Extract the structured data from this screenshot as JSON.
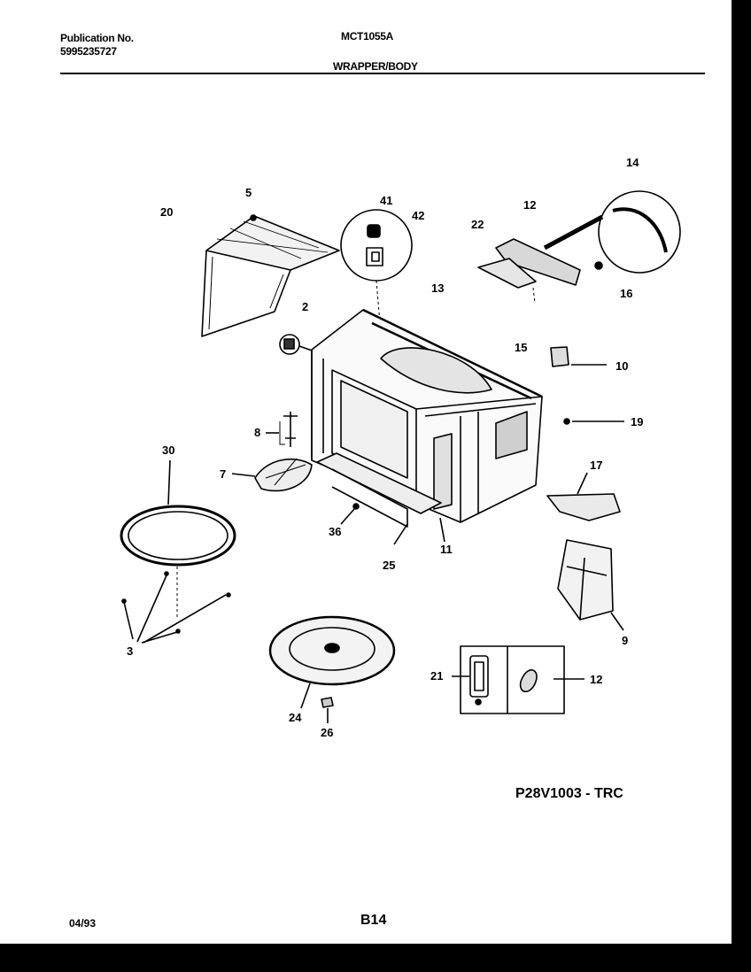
{
  "header": {
    "publication_label": "Publication No.",
    "publication_number": "5995235727",
    "model": "MCT1055A",
    "section": "WRAPPER/BODY"
  },
  "callouts": [
    "20",
    "5",
    "41",
    "42",
    "22",
    "12",
    "14",
    "16",
    "2",
    "13",
    "15",
    "10",
    "19",
    "8",
    "7",
    "30",
    "36",
    "25",
    "11",
    "17",
    "9",
    "3",
    "24",
    "26",
    "21",
    "12"
  ],
  "footer": {
    "diagram_code": "P28V1003 - TRC",
    "date": "04/93",
    "page": "B14"
  }
}
